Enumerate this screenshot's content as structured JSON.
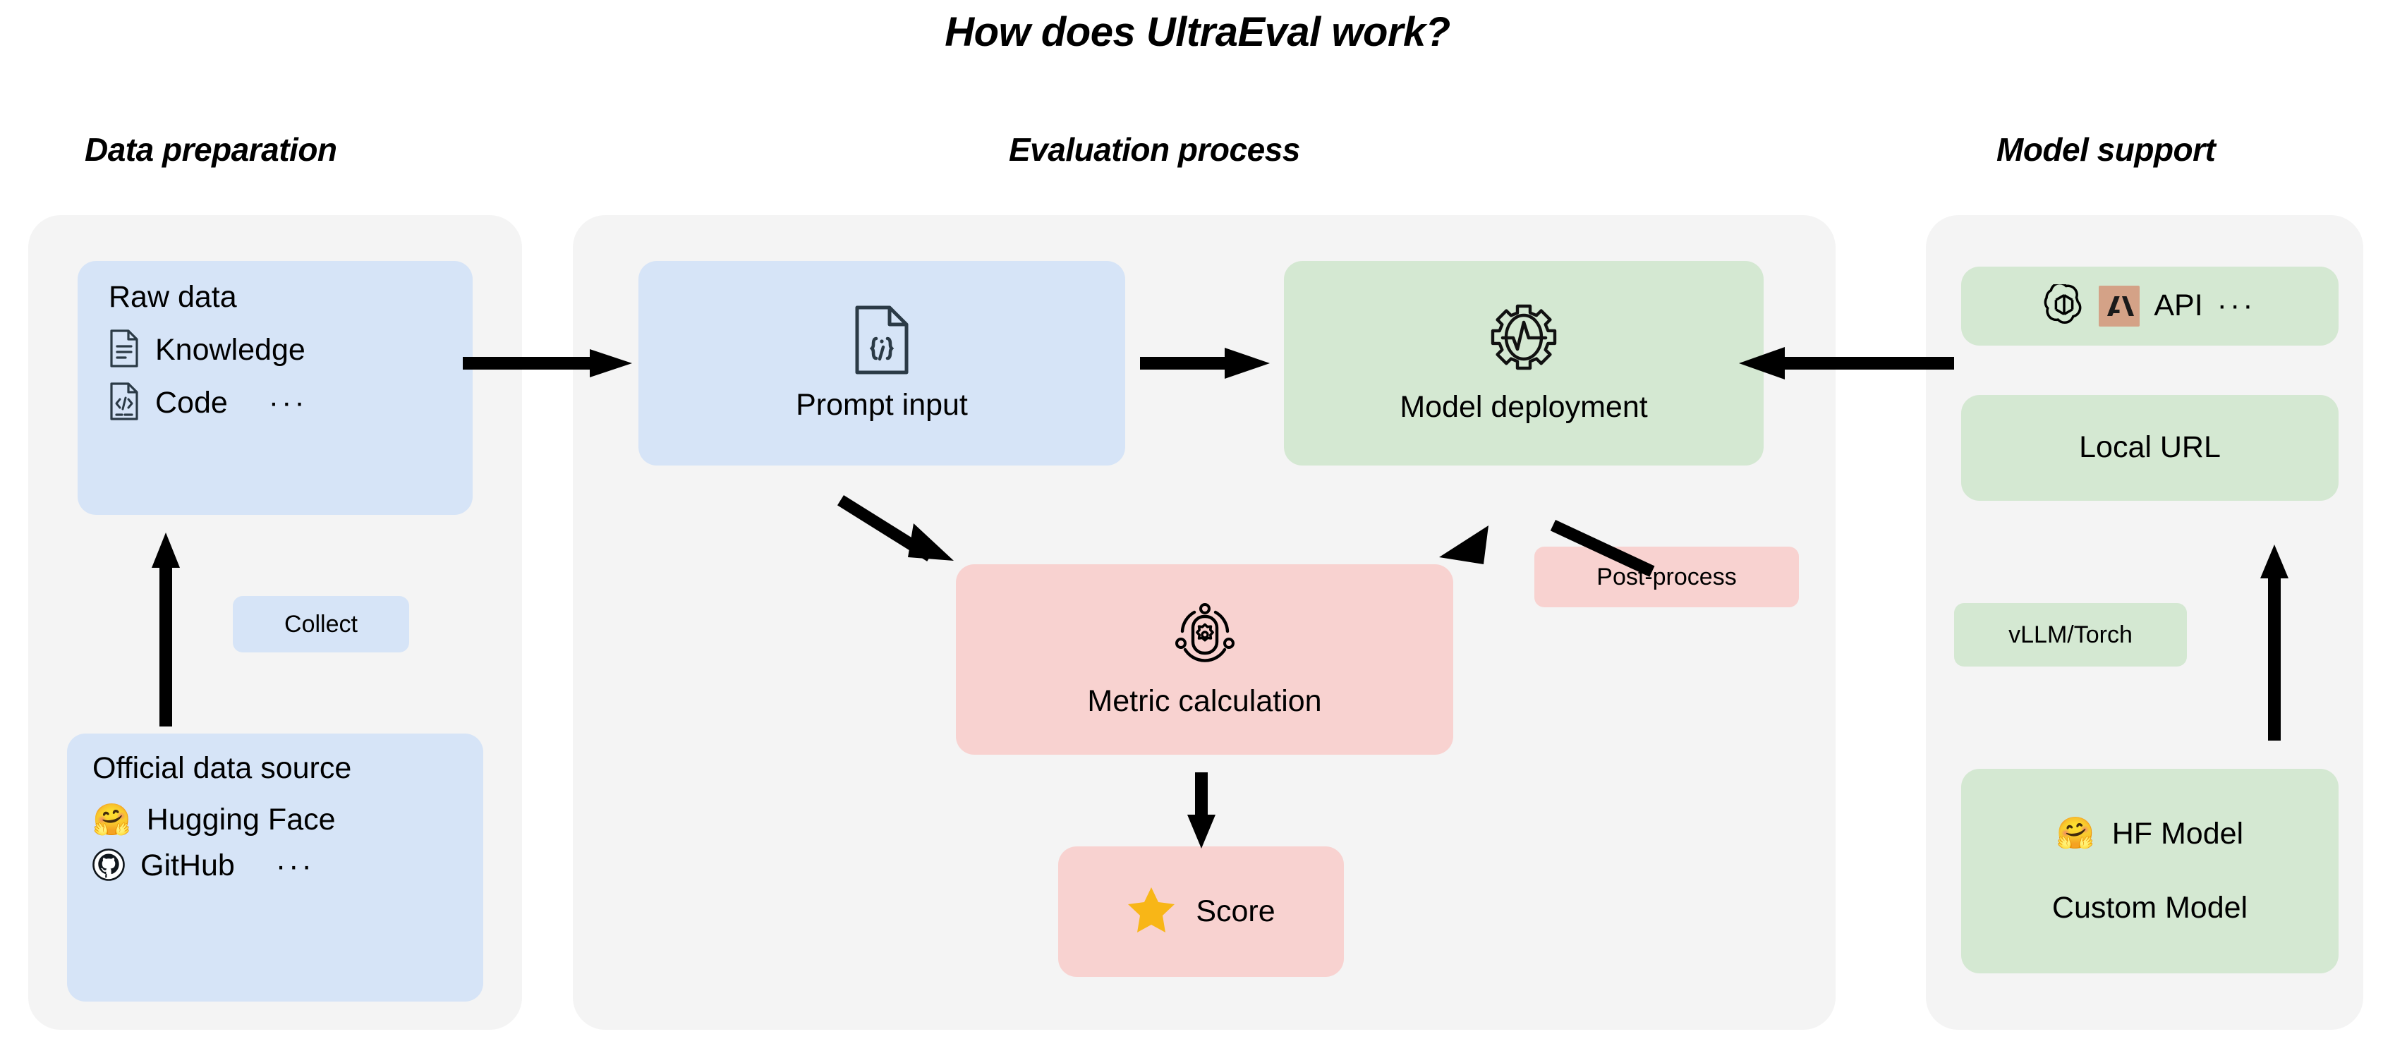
{
  "title": "How does UltraEval work?",
  "sections": {
    "data_preparation": "Data preparation",
    "evaluation_process": "Evaluation process",
    "model_support": "Model support"
  },
  "data_preparation": {
    "raw_data": {
      "title": "Raw data",
      "items": [
        {
          "label": "Knowledge",
          "icon": "document-text-icon"
        },
        {
          "label": "Code",
          "icon": "document-code-icon",
          "ellipsis": "···"
        }
      ]
    },
    "collect_label": "Collect",
    "official_source": {
      "title": "Official data source",
      "items": [
        {
          "label": "Hugging Face",
          "icon": "hugging-face-emoji"
        },
        {
          "label": "GitHub",
          "icon": "github-icon",
          "ellipsis": "···"
        }
      ]
    }
  },
  "evaluation_process": {
    "prompt_input": {
      "label": "Prompt input",
      "icon": "json-document-icon",
      "icon_text": "{;}"
    },
    "model_deployment": {
      "label": "Model deployment",
      "icon": "gear-pulse-icon"
    },
    "metric_calculation": {
      "label": "Metric calculation",
      "icon": "atom-gear-icon"
    },
    "score": {
      "label": "Score",
      "icon": "star-icon"
    },
    "post_process_label": "Post-process"
  },
  "model_support": {
    "api": {
      "label": "API",
      "ellipsis": "···",
      "icons": [
        "openai-icon",
        "anthropic-icon"
      ]
    },
    "local_url": {
      "label": "Local URL"
    },
    "vllm_torch": {
      "label": "vLLM/Torch"
    },
    "hf_model": {
      "label": "HF Model",
      "icon": "hugging-face-emoji"
    },
    "custom_model": {
      "label": "Custom Model"
    }
  },
  "colors": {
    "panel": "#f4f4f4",
    "blue": "#d6e4f7",
    "green": "#d4e8d2",
    "pink": "#f8d2d0",
    "star": "#f8b617",
    "anthropic": "#d4a287",
    "icon_stroke": "#2b3a46",
    "arrow": "#000000"
  }
}
